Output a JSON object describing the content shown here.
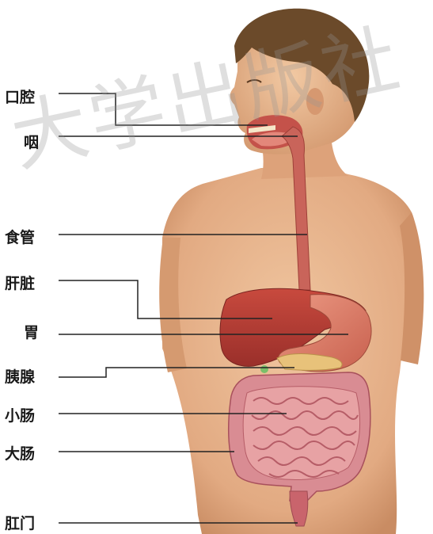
{
  "labels": {
    "mouth": "口腔",
    "pharynx": "咽",
    "esophagus": "食管",
    "liver": "肝脏",
    "stomach": "胃",
    "pancreas": "胰腺",
    "small_intestine": "小肠",
    "large_intestine": "大肠",
    "anus": "肛门"
  },
  "watermark": "大学出版社",
  "colors": {
    "skin": "#e8b58e",
    "skin_shadow": "#c98c63",
    "hair": "#6b4a2a",
    "liver": "#b63b32",
    "stomach": "#d9735f",
    "esophagus": "#c9645a",
    "intestine": "#e7a2a4",
    "intestine_line": "#b65d67",
    "colon": "#d98c93",
    "leader_line": "#222222"
  }
}
